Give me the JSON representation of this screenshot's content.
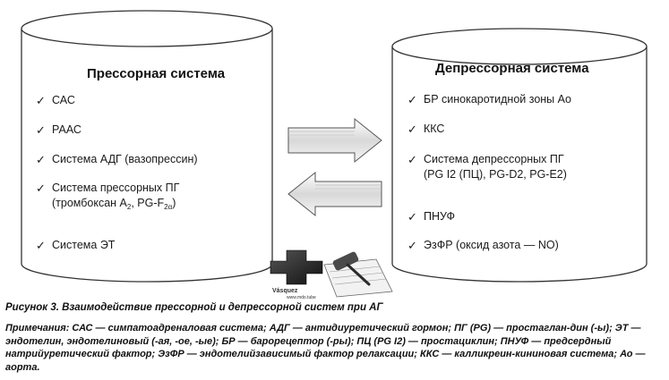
{
  "left_system": {
    "title": "Прессорная система",
    "items": [
      {
        "text": "САС"
      },
      {
        "text": "РААС"
      },
      {
        "text": "Система АДГ (вазопрессин)"
      },
      {
        "text": "Система прессорных ПГ"
      },
      {
        "text": "Система ЭТ"
      }
    ],
    "item4_line2_a": "(тромбоксан А",
    "item4_line2_sub1": "2",
    "item4_line2_b": ", PG-F",
    "item4_line2_sub2": "2α",
    "item4_line2_c": ")"
  },
  "right_system": {
    "title": "Депрессорная система",
    "items": [
      {
        "text": "БР синокаротидной зоны Ао"
      },
      {
        "text": "ККС"
      },
      {
        "text": "Система депрессорных ПГ"
      },
      {
        "text": "ПНУФ"
      },
      {
        "text": "ЭзФР (оксид азота — NO)"
      }
    ],
    "item3_line2": "(PG I2 (ПЦ), PG-D2, PG-E2)"
  },
  "check_glyph": "✓",
  "watermark": {
    "name": "Vásquez",
    "url": "www.mdo.tube"
  },
  "caption": "Рисунок 3. Взаимодействие прессорной и депрессорной систем при АГ",
  "notes": "Примечания: САС — симпатоадреналовая система; АДГ — антидиуретический гормон; ПГ (PG) — простаглан-дин (-ы); ЭТ — эндотелин, эндотелиновый (-ая, -ое, -ые); БР — барорецептор (-ры); ПЦ (PG I2) — простациклин; ПНУФ — предсердный натрийуретический фактор; ЭзФР — эндотелийзависимый фактор релаксации; ККС — калликреин-кининовая система; Ао — аорта.",
  "colors": {
    "cylinder_stroke": "#333333",
    "arrow_fill": "#e6e6e6",
    "text": "#111111"
  }
}
